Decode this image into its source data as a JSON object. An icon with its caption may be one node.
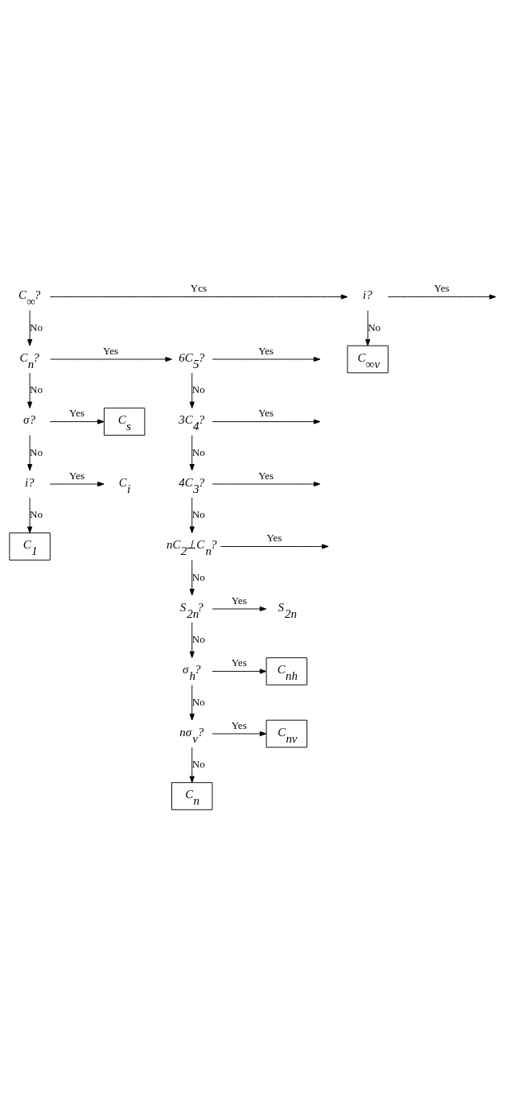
{
  "diagram": {
    "nodes": [
      {
        "text": [
          "C$_{∞}$?"
        ]
      },
      {
        "text": [
          "i?"
        ]
      },
      {
        "text": [
          "C$_{∞v}$"
        ]
      },
      {
        "text": [
          "C$_{n}$?"
        ]
      },
      {
        "text": [
          "6C$_{5}$?"
        ]
      },
      {
        "text": [
          "σ?"
        ]
      },
      {
        "text": [
          "C$_{s}$"
        ]
      },
      {
        "text": [
          "3C$_{4}$?"
        ]
      },
      {
        "text": [
          "i?"
        ]
      },
      {
        "text": [
          "C$_{i}$"
        ]
      },
      {
        "text": [
          "4C$_{3}$?"
        ]
      },
      {
        "text": [
          "C$_{1}$"
        ]
      },
      {
        "text": [
          "nC$_{2}$⊥C$_{n}$?"
        ]
      },
      {
        "text": [
          "S$_{2n}$?"
        ]
      },
      {
        "text": [
          "S$_{2n}$"
        ]
      },
      {
        "text": [
          "σ$_{h}$?"
        ]
      },
      {
        "text": [
          "C$_{nh}$"
        ]
      },
      {
        "text": [
          "nσ$_{v}$?"
        ]
      },
      {
        "text": [
          "C$_{nv}$"
        ]
      },
      {
        "text": [
          "C$_{n}$"
        ]
      }
    ],
    "edges": [
      {
        "from": 0,
        "to": 1,
        "arrow": "to",
        "label": "Ycs"
      },
      {
        "from": 1,
        "to": null,
        "arrow": "to",
        "label": "Yes"
      },
      {
        "from": 1,
        "to": 2,
        "arrow": "to",
        "label": "No"
      },
      {
        "from": 0,
        "to": 3,
        "arrow": "to",
        "label": "No"
      },
      {
        "from": 3,
        "to": 4,
        "arrow": "to",
        "label": "Yes"
      },
      {
        "from": 4,
        "to": null,
        "arrow": "to",
        "label": "Yes"
      },
      {
        "from": 4,
        "to": 7,
        "arrow": "to",
        "label": "No"
      },
      {
        "from": 3,
        "to": 5,
        "arrow": "to",
        "label": "No"
      },
      {
        "from": 5,
        "to": 6,
        "arrow": "to",
        "label": "Yes"
      },
      {
        "from": 7,
        "to": null,
        "arrow": "to",
        "label": "Yes"
      },
      {
        "from": 7,
        "to": 10,
        "arrow": "to",
        "label": "No"
      },
      {
        "from": 5,
        "to": 8,
        "arrow": "to",
        "label": "No"
      },
      {
        "from": 8,
        "to": 9,
        "arrow": "to",
        "label": "Yes"
      },
      {
        "from": 10,
        "to": null,
        "arrow": "to",
        "label": "Yes"
      },
      {
        "from": 8,
        "to": 11,
        "arrow": "to",
        "label": "No"
      },
      {
        "from": 10,
        "to": 12,
        "arrow": "to",
        "label": "No"
      },
      {
        "from": 12,
        "to": null,
        "arrow": "to",
        "label": "Yes"
      },
      {
        "from": 12,
        "to": 13,
        "arrow": "to",
        "label": "No"
      },
      {
        "from": 13,
        "to": 14,
        "arrow": "to",
        "label": "Yes"
      },
      {
        "from": 13,
        "to": 15,
        "arrow": "to",
        "label": "No"
      },
      {
        "from": 15,
        "to": 16,
        "arrow": "to",
        "label": "Yes"
      },
      {
        "from": 15,
        "to": 17,
        "arrow": "to",
        "label": "No"
      },
      {
        "from": 17,
        "to": 18,
        "arrow": "to",
        "label": "Yes"
      },
      {
        "from": 17,
        "to": 19,
        "arrow": "to",
        "label": "No"
      }
    ]
  }
}
